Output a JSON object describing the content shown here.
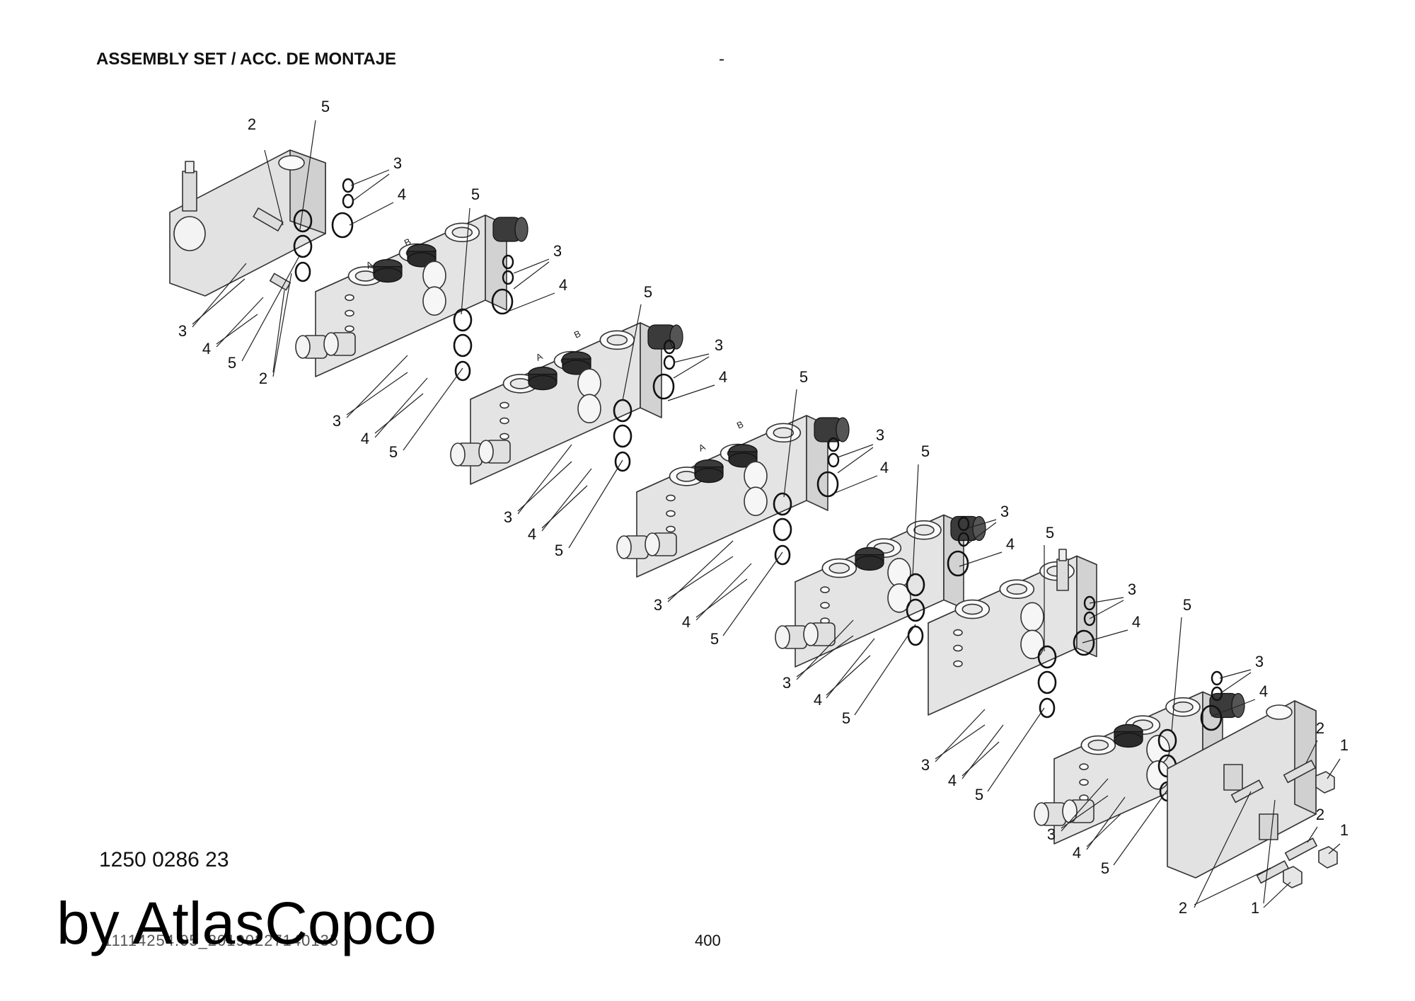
{
  "header": {
    "title": "ASSEMBLY SET / ACC. DE MONTAJE",
    "dash": "-"
  },
  "part_number": "1250 0286 23",
  "footer": {
    "page": "400",
    "doc_code": "11114254.05_20190227140135"
  },
  "watermark": "by AtlasCopco",
  "callout_labels": {
    "1": "1",
    "2": "2",
    "3": "3",
    "4": "4",
    "5": "5"
  },
  "spool_marks": {
    "a": "A",
    "b": "B"
  }
}
